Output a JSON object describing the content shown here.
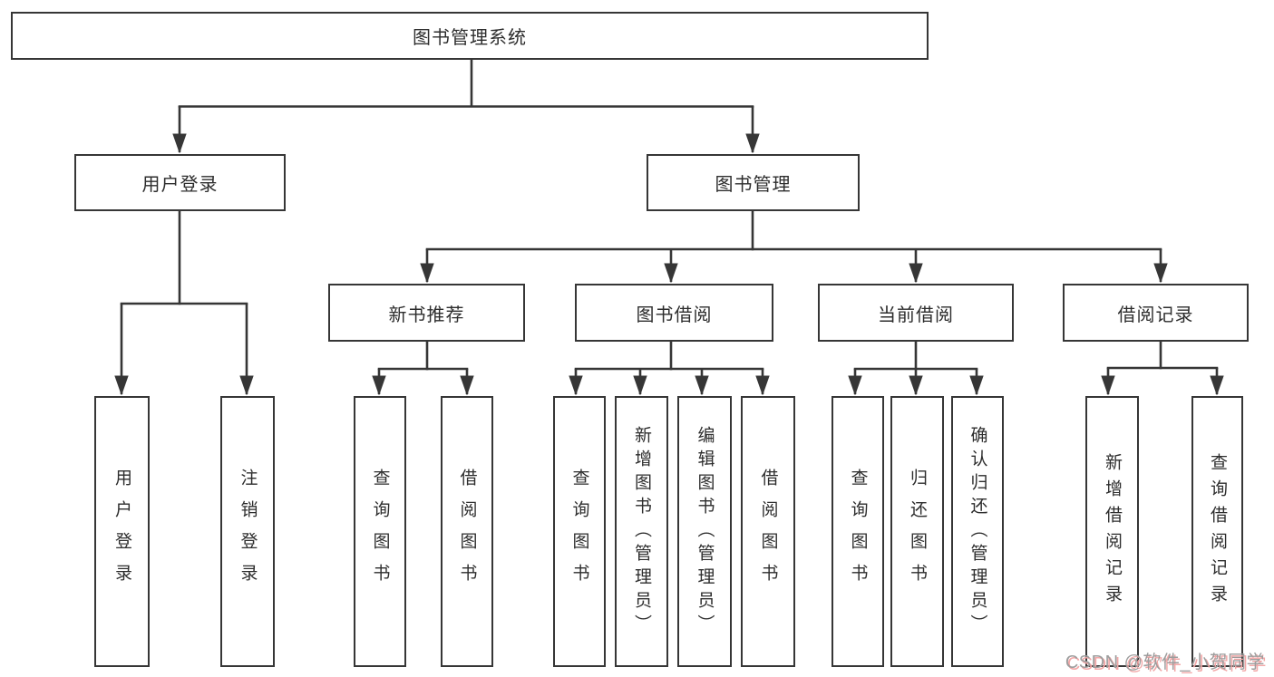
{
  "tree": {
    "root": {
      "label": "图书管理系统"
    },
    "user_login": {
      "label": "用户登录",
      "leaves": [
        {
          "label": "用户登录"
        },
        {
          "label": "注销登录"
        }
      ]
    },
    "book_mgmt": {
      "label": "图书管理",
      "children": [
        {
          "label": "新书推荐",
          "leaves": [
            {
              "label": "查询图书"
            },
            {
              "label": "借阅图书"
            }
          ]
        },
        {
          "label": "图书借阅",
          "leaves": [
            {
              "label": "查询图书"
            },
            {
              "label": "新增图书（管理员）"
            },
            {
              "label": "编辑图书（管理员）"
            },
            {
              "label": "借阅图书"
            }
          ]
        },
        {
          "label": "当前借阅",
          "leaves": [
            {
              "label": "查询图书"
            },
            {
              "label": "归还图书"
            },
            {
              "label": "确认归还（管理员）"
            }
          ]
        },
        {
          "label": "借阅记录",
          "leaves": [
            {
              "label": "新增借阅记录"
            },
            {
              "label": "查询借阅记录"
            }
          ]
        }
      ]
    }
  },
  "colors": {
    "line": "#363636",
    "text": "#2d2d2d",
    "watermark_gray": "#9d9d9d",
    "watermark_shadow": "#f2a7a7"
  },
  "watermark": {
    "text": "CSDN @软件_小贺同学"
  }
}
